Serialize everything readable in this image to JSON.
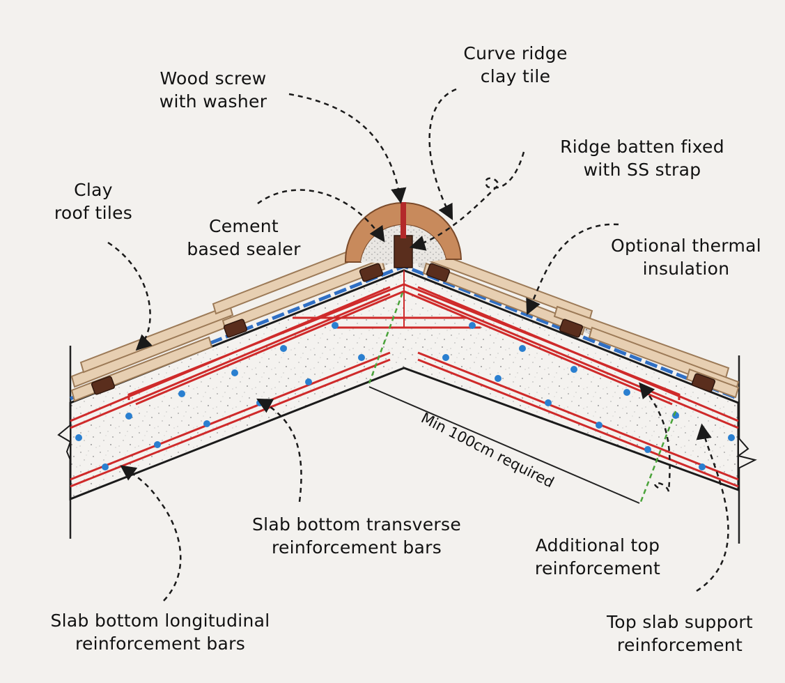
{
  "labels": {
    "wood_screw": [
      "Wood screw",
      "with washer"
    ],
    "curve_ridge": [
      "Curve ridge",
      "clay tile"
    ],
    "ridge_batten": [
      "Ridge batten fixed",
      "with SS strap"
    ],
    "clay_tiles": [
      "Clay",
      "roof tiles"
    ],
    "cement_sealer": [
      "Cement",
      "based sealer"
    ],
    "thermal_insulation": [
      "Optional thermal",
      "insulation"
    ],
    "bottom_transverse": [
      "Slab bottom transverse",
      "reinforcement bars"
    ],
    "additional_top": [
      "Additional top",
      "reinforcement"
    ],
    "bottom_longitudinal": [
      "Slab bottom longitudinal",
      "reinforcement bars"
    ],
    "top_support": [
      "Top slab support",
      "reinforcement"
    ]
  },
  "dimension": {
    "text": "Min 100cm required"
  },
  "colors": {
    "background": "#f3f1ee",
    "tile": "#e7cfb2",
    "tile_outline": "#9c7a57",
    "batten": "#5a2e1d",
    "concrete": "#f4f2ef",
    "rebar": "#cf2a2a",
    "membrane": "#2f6fc4",
    "dot": "#2a7fd0",
    "ridge_tile": "#c88a5c",
    "screw": "#b3292a",
    "guide": "#4aa33a",
    "leader": "#1a1a1a"
  }
}
